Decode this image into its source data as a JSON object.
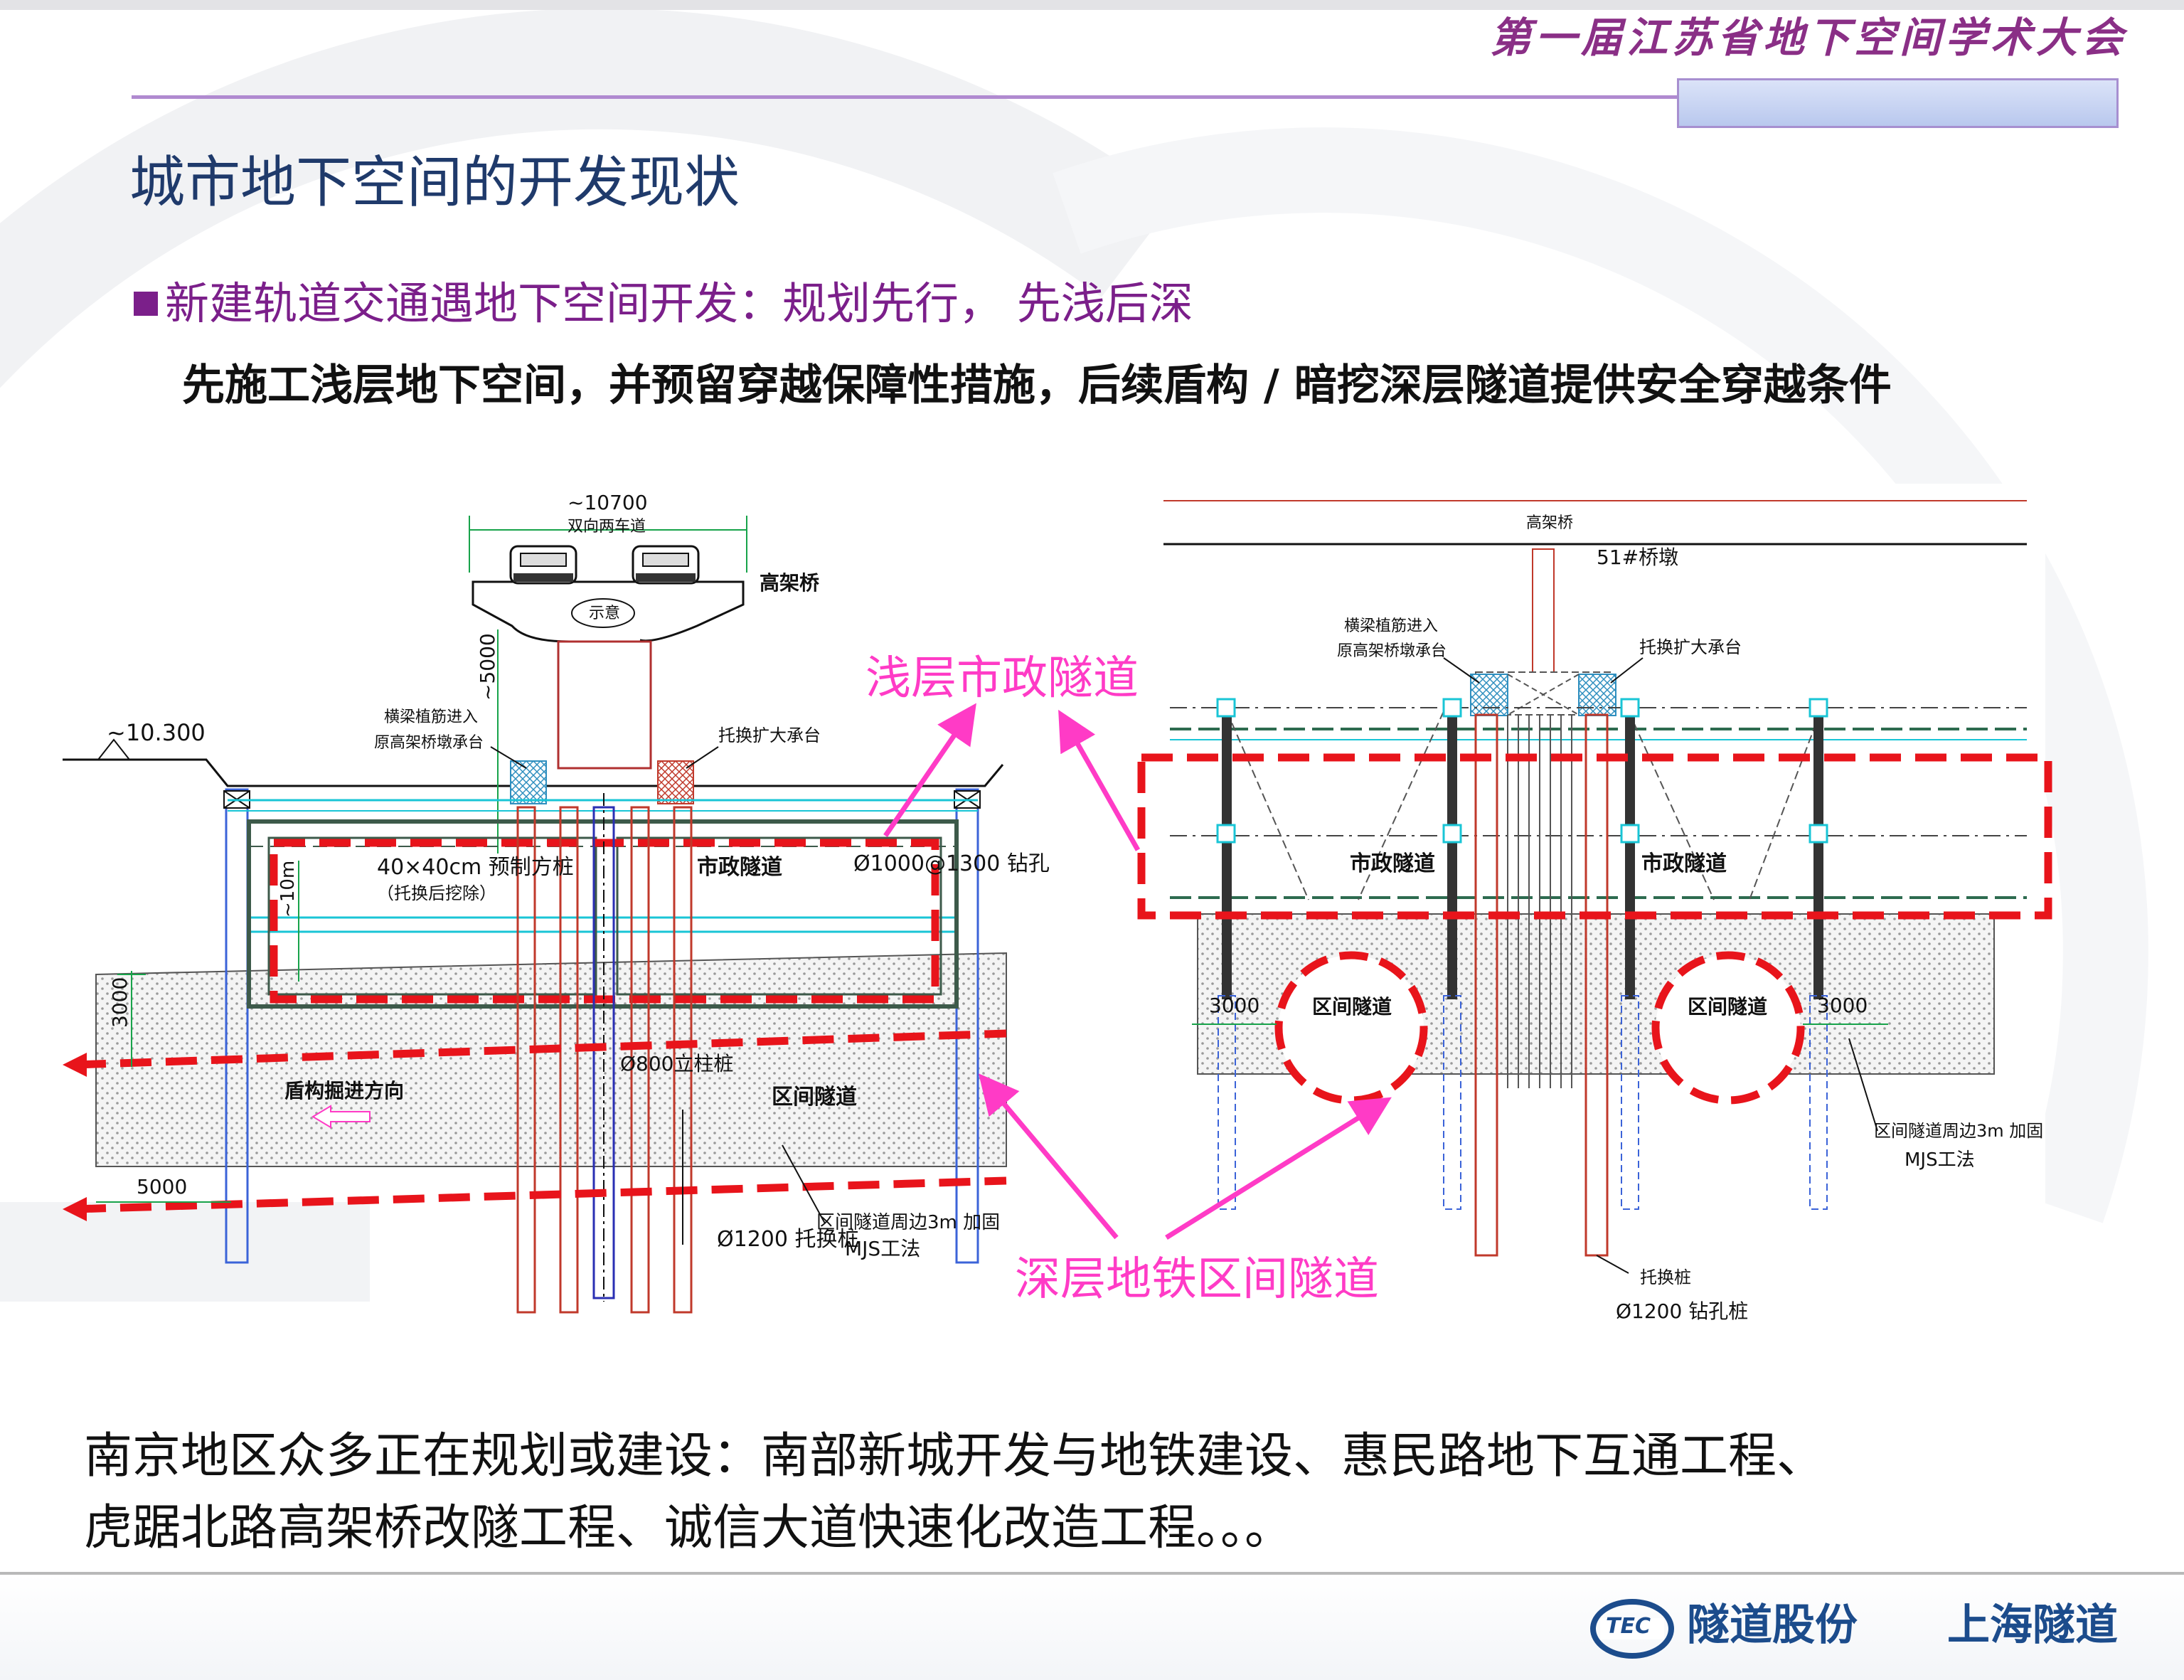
{
  "header": {
    "conference": "第一届江苏省地下空间学术大会"
  },
  "slide": {
    "title": "城市地下空间的开发现状",
    "bullet": "新建轨道交通遇地下空间开发：规划先行， 先浅后深",
    "subtext": "先施工浅层地下空间，并预留穿越保障性措施，后续盾构 / 暗挖深层隧道提供安全穿越条件",
    "bottom_line1": "南京地区众多正在规划或建设：南部新城开发与地铁建设、惠民路地下互通工程、",
    "bottom_line2": "虎踞北路高架桥改隧工程、诚信大道快速化改造工程。。。"
  },
  "callouts": {
    "shallow": "浅层市政隧道",
    "deep": "深层地铁区间隧道"
  },
  "left_drawing": {
    "width_dim": "~10700",
    "lanes": "双向两车道",
    "bridge": "高架桥",
    "note_show": "示意",
    "height_dim": "~5000",
    "elev": "~10.300",
    "beam_note1": "横梁植筋进入",
    "beam_note2": "原高架桥墩承台",
    "cap_note": "托换扩大承台",
    "pile_note": "40×40cm 预制方桩",
    "pile_note2": "（托换后挖除）",
    "depth_dim": "~10m",
    "muni_tunnel": "市政隧道",
    "bore_note": "Ø1000@1300 钻孔",
    "dim_3000": "3000",
    "col_note": "Ø800立柱桩",
    "shield_dir": "盾构掘进方向",
    "section_tunnel": "区间隧道",
    "dim_5000": "5000",
    "underpin": "Ø1200 托换桩",
    "mjs1": "区间隧道周边3m 加固",
    "mjs2": "MJS工法"
  },
  "right_drawing": {
    "bridge": "高架桥",
    "pier": "51#桥墩",
    "beam_note1": "横梁植筋进入",
    "beam_note2": "原高架桥墩承台",
    "cap_note": "托换扩大承台",
    "muni_tunnel_l": "市政隧道",
    "muni_tunnel_r": "市政隧道",
    "section_l": "区间隧道",
    "section_r": "区间隧道",
    "dim_l": "3000",
    "dim_r": "3000",
    "mjs1": "区间隧道周边3m 加固",
    "mjs2": "MJS工法",
    "underpin1": "托换桩",
    "underpin2": "Ø1200 钻孔桩"
  },
  "footer": {
    "logo_mark": "TEC",
    "company1": "隧道股份",
    "company2": "上海隧道"
  },
  "colors": {
    "title": "#1f3a6b",
    "bullet": "#7b1f8a",
    "callout": "#ff3bc6",
    "dashed_red": "#e8141b",
    "header_bar": "#c8d4f2",
    "footer_blue": "#1c4c8c"
  }
}
